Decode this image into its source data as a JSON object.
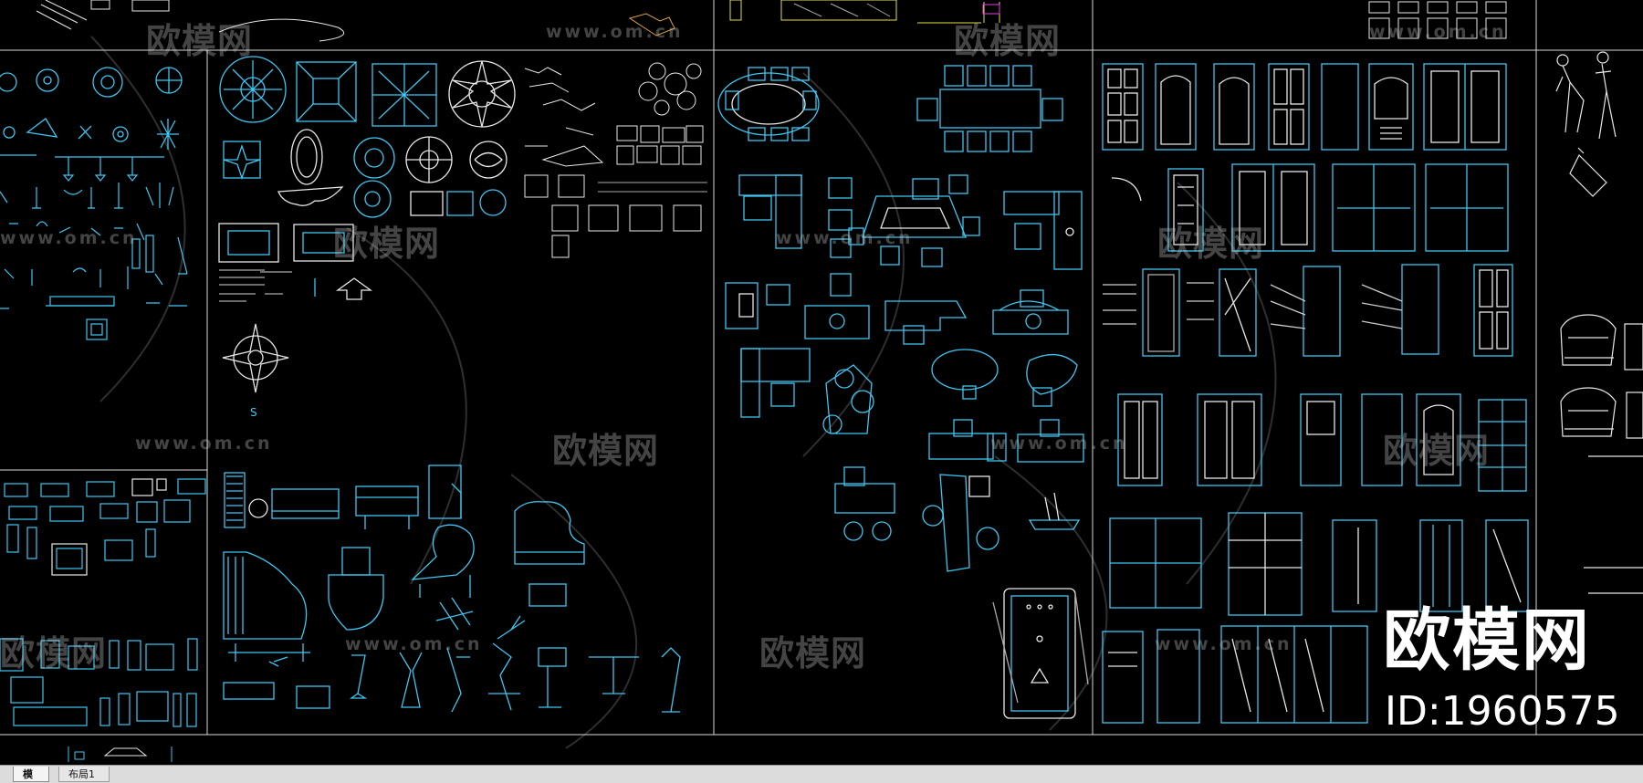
{
  "tabs": [
    {
      "label": "模型",
      "active": true
    },
    {
      "label": "布局1",
      "active": false
    }
  ],
  "watermark": {
    "url_text": "www.om.cn",
    "logo_text": "欧模网"
  },
  "overlay": {
    "brand": "欧模网",
    "id_text": "ID:1960575"
  },
  "annotations": {
    "compass_letter": "S"
  },
  "colors": {
    "background": "#000000",
    "frame_lines": "#d8d8d8",
    "cyan": "#3fc6f2",
    "white_lines": "#e8e8e8",
    "yellow": "#e0e040",
    "tab_bar": "#dcdcdc"
  }
}
